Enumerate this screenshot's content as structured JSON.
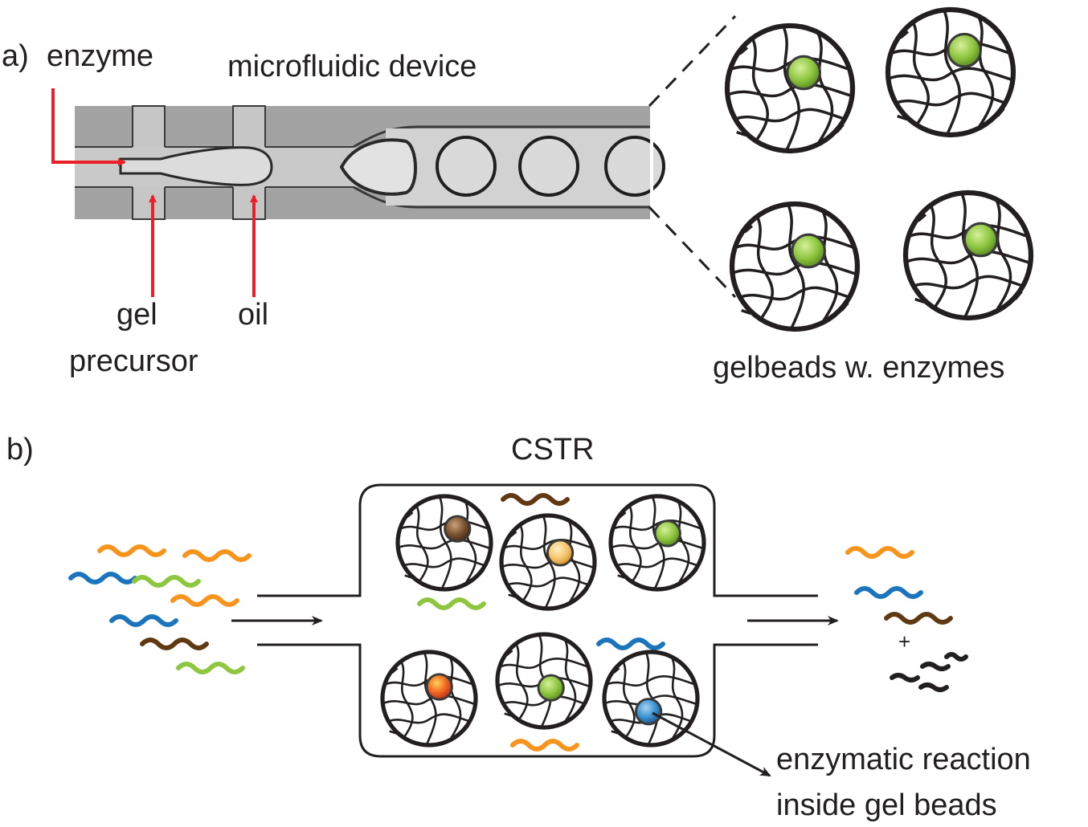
{
  "panel_a": {
    "label": "a)",
    "enzyme": "enzyme",
    "device": "microfluidic device",
    "gel": "gel",
    "precursor": "precursor",
    "oil": "oil",
    "gelbeads": "gelbeads w. enzymes"
  },
  "panel_b": {
    "label": "b)",
    "cstr": "CSTR",
    "plus": "+",
    "reaction_line1": "enzymatic reaction",
    "reaction_line2": "inside gel beads"
  },
  "colors": {
    "arrow_red": "#e8202a",
    "orange": "#f7941d",
    "blue": "#1c75bc",
    "green": "#8dc63f",
    "brown": "#603913",
    "core_green": "#8dc63f",
    "core_brown": "#7a5230",
    "core_yellow": "#f5c46a",
    "core_red": "#e8501e",
    "core_blue": "#3b8fd0",
    "channel_gray": "#a3a3a3",
    "ink": "#231f20"
  }
}
